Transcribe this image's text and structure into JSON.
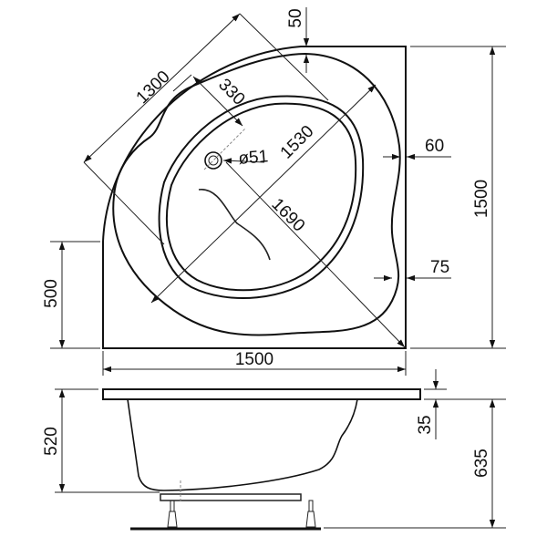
{
  "top_view": {
    "dims": {
      "diag_width": "1300",
      "seat_depth": "330",
      "rim_top": "50",
      "drain_diameter": "ø51",
      "basin_length": "1530",
      "diagonal": "1690",
      "rim_right": "60",
      "rim_right_lower": "75",
      "side_right": "1500",
      "side_left_straight": "500",
      "side_bottom": "1500"
    }
  },
  "side_view": {
    "dims": {
      "depth": "520",
      "rim_thickness": "35",
      "total_height": "635"
    }
  }
}
